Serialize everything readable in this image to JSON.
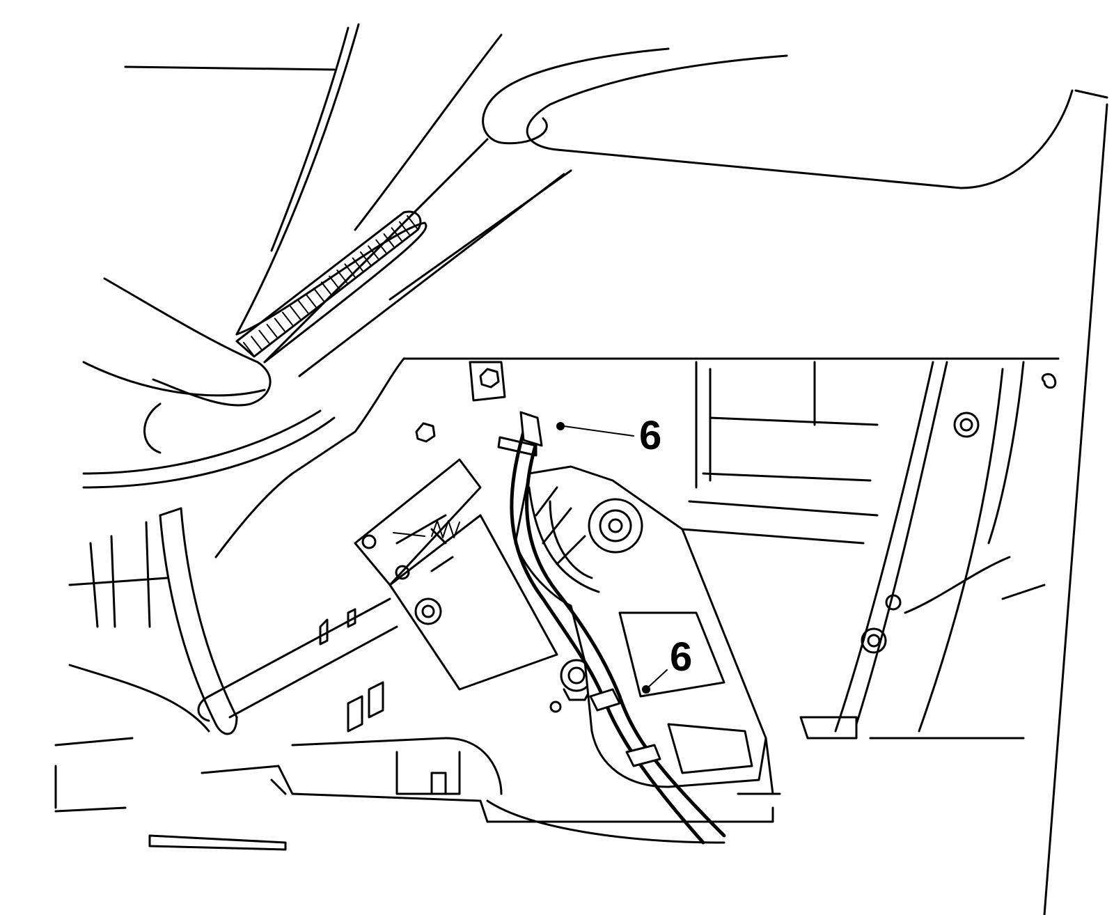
{
  "callouts": [
    {
      "id": "upper",
      "label": "6"
    },
    {
      "id": "lower",
      "label": "6"
    }
  ],
  "colors": {
    "line": "#000000",
    "background": "#ffffff"
  }
}
